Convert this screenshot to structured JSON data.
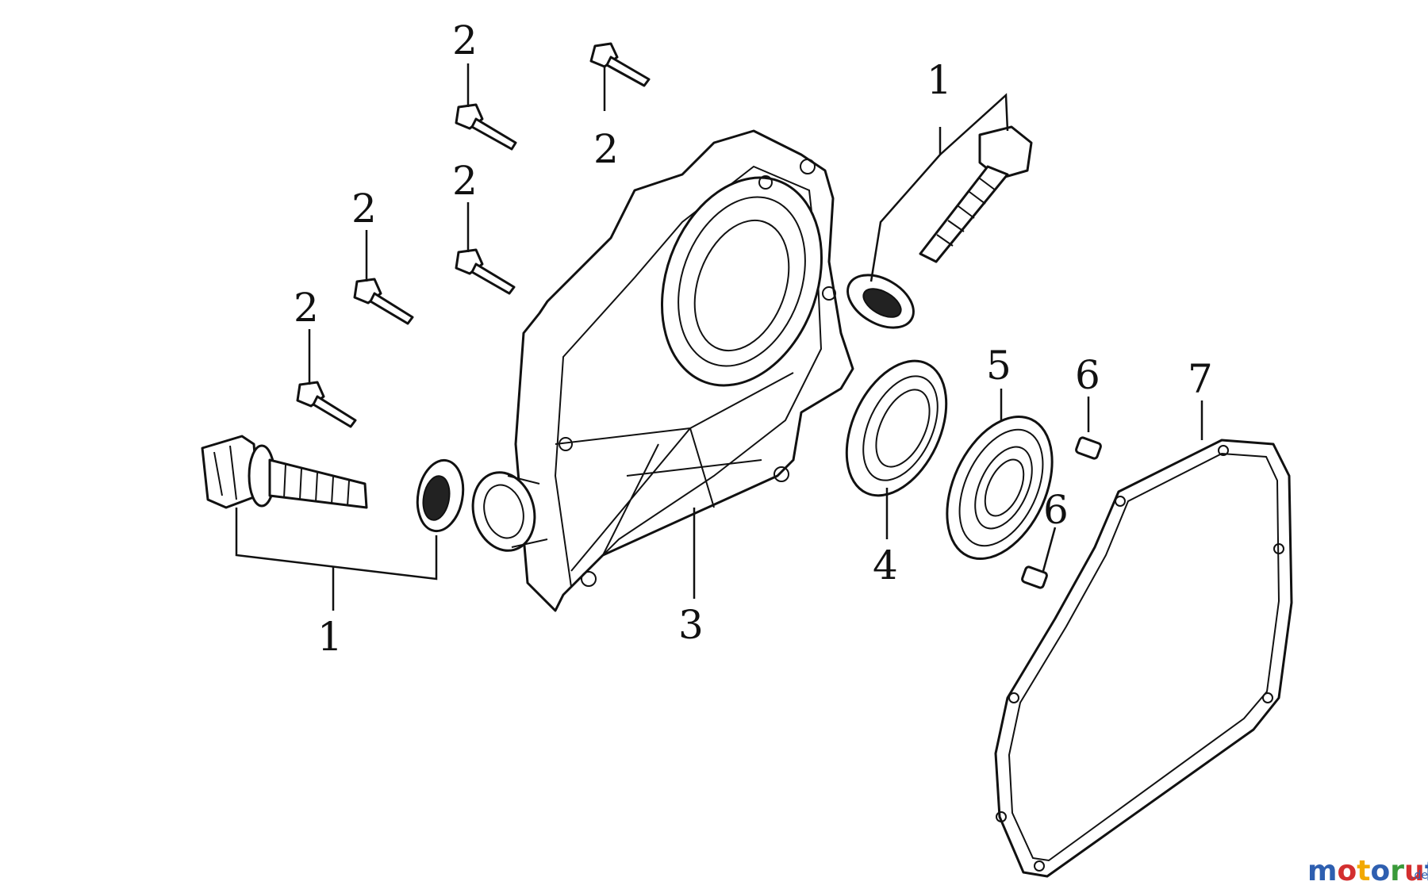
{
  "diagram": {
    "callouts": [
      {
        "id": "c1-left",
        "text": "1"
      },
      {
        "id": "c1-right",
        "text": "1"
      },
      {
        "id": "c2-a",
        "text": "2"
      },
      {
        "id": "c2-b",
        "text": "2"
      },
      {
        "id": "c2-c",
        "text": "2"
      },
      {
        "id": "c2-d",
        "text": "2"
      },
      {
        "id": "c2-e",
        "text": "2"
      },
      {
        "id": "c3",
        "text": "3"
      },
      {
        "id": "c4",
        "text": "4"
      },
      {
        "id": "c5",
        "text": "5"
      },
      {
        "id": "c6-top",
        "text": "6"
      },
      {
        "id": "c6-bottom",
        "text": "6"
      },
      {
        "id": "c7",
        "text": "7"
      }
    ]
  },
  "watermark": {
    "letters": [
      "m",
      "o",
      "t",
      "o",
      "r",
      "u",
      "f"
    ],
    "colors": [
      "#2e5fb0",
      "#d32f2f",
      "#f2a900",
      "#2e5fb0",
      "#3a9a3a",
      "#d32f2f",
      "#2e5fb0"
    ],
    "suffix": ".de"
  }
}
